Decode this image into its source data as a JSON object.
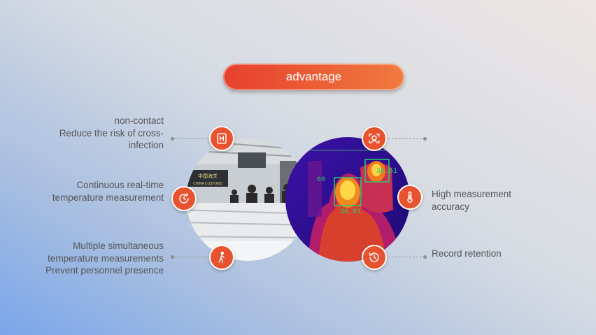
{
  "header": {
    "title": "advantage"
  },
  "features": {
    "left": [
      {
        "lines": [
          "non-contact",
          "Reduce the risk of cross-",
          "infection"
        ],
        "icon": "gate-icon"
      },
      {
        "lines": [
          "Continuous real-time",
          "temperature measurement"
        ],
        "icon": "refresh-clock-icon"
      },
      {
        "lines": [
          "Multiple simultaneous",
          "temperature measurements",
          "Prevent personnel presence"
        ],
        "icon": "walking-person-icon"
      }
    ],
    "right": [
      {
        "lines": [],
        "icon": "face-scan-icon"
      },
      {
        "lines": [
          "High measurement",
          "accuracy"
        ],
        "icon": "thermometer-icon"
      },
      {
        "lines": [
          "Record retention"
        ],
        "icon": "history-icon"
      }
    ]
  },
  "thermal_overlay": {
    "reading_top": "36.51",
    "reading_left": "60",
    "reading_bottom": "36.81"
  },
  "photo_sign": {
    "line1": "中国海关",
    "line2": "CHINA CUSTOMS"
  },
  "colors": {
    "accent": "#e8522f",
    "pill_start": "#e6402e",
    "pill_end": "#f07a3e",
    "text": "#555555"
  }
}
